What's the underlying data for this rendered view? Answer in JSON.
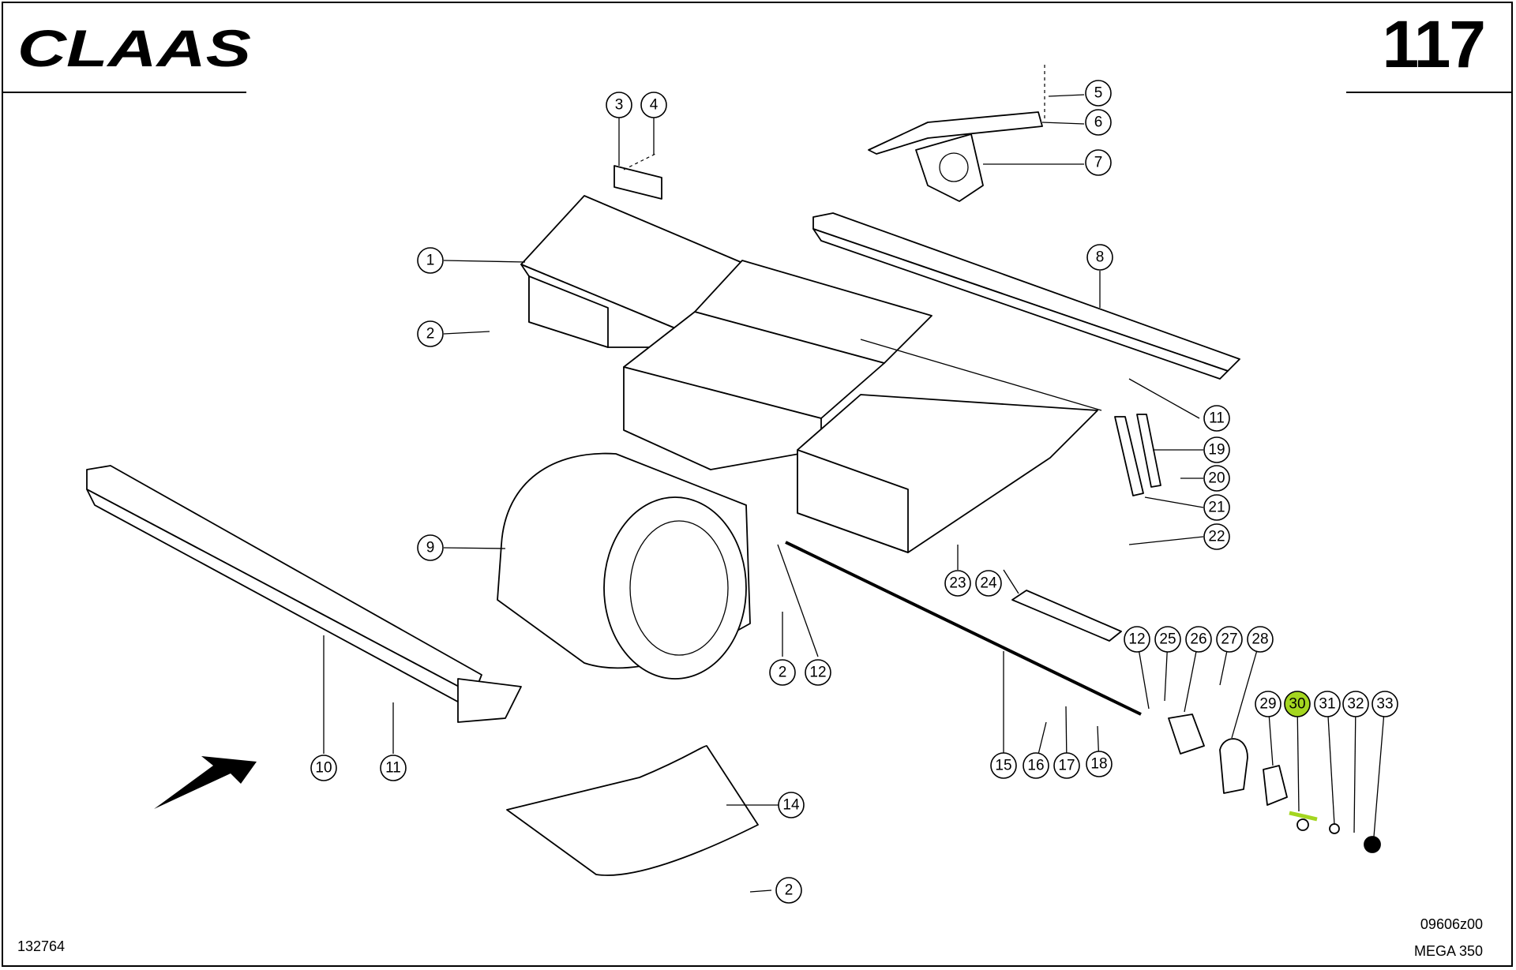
{
  "header": {
    "brand": "CLAAS",
    "page_number": "117"
  },
  "footer": {
    "illustration_number": "132764",
    "drawing_code": "09606z00",
    "model": "MEGA 350"
  },
  "highlight_color": "#a4d620",
  "callouts": [
    {
      "label": "1"
    },
    {
      "label": "2"
    },
    {
      "label": "3"
    },
    {
      "label": "4"
    },
    {
      "label": "5"
    },
    {
      "label": "6"
    },
    {
      "label": "7"
    },
    {
      "label": "8"
    },
    {
      "label": "9"
    },
    {
      "label": "2"
    },
    {
      "label": "12"
    },
    {
      "label": "10"
    },
    {
      "label": "11"
    },
    {
      "label": "11"
    },
    {
      "label": "19"
    },
    {
      "label": "20"
    },
    {
      "label": "21"
    },
    {
      "label": "22"
    },
    {
      "label": "23"
    },
    {
      "label": "24"
    },
    {
      "label": "12"
    },
    {
      "label": "25"
    },
    {
      "label": "26"
    },
    {
      "label": "27"
    },
    {
      "label": "28"
    },
    {
      "label": "29"
    },
    {
      "label": "30",
      "highlighted": true
    },
    {
      "label": "31"
    },
    {
      "label": "32"
    },
    {
      "label": "33"
    },
    {
      "label": "15"
    },
    {
      "label": "16"
    },
    {
      "label": "17"
    },
    {
      "label": "18"
    },
    {
      "label": "14"
    },
    {
      "label": "2"
    }
  ]
}
